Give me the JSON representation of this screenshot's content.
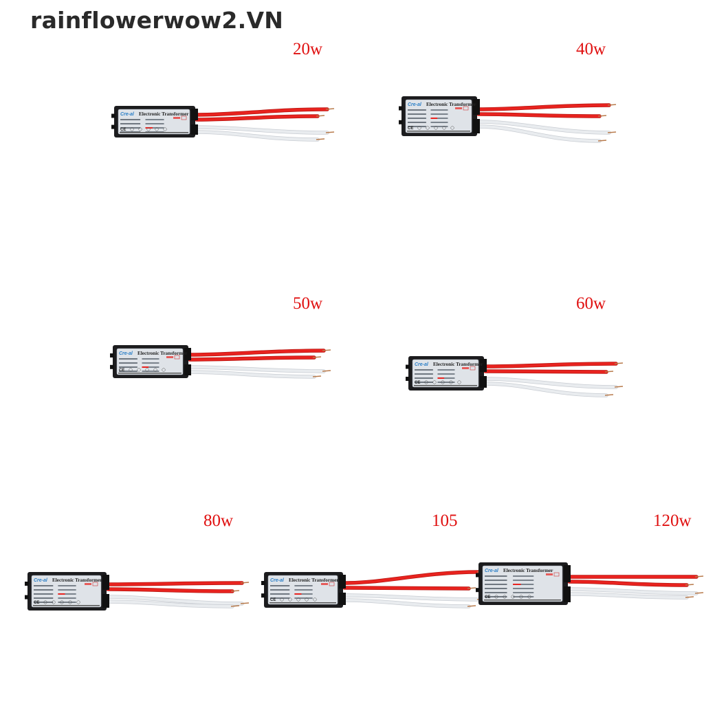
{
  "watermark": "rainflowerwow2.VN",
  "colors": {
    "label_red": "#e01010",
    "wire_red": "#e8231f",
    "housing": "#1c1c1e",
    "label_bg": "#dfe3e8"
  },
  "products": [
    {
      "wattage_label": "20w",
      "device_title": "Electronic Transformer",
      "brand": "Cre-al"
    },
    {
      "wattage_label": "40w",
      "device_title": "Electronic Transformer",
      "brand": "Cre-al"
    },
    {
      "wattage_label": "50w",
      "device_title": "Electronic Transformer",
      "brand": "Cre-al"
    },
    {
      "wattage_label": "60w",
      "device_title": "Electronic Transformer",
      "brand": "Cre-al"
    },
    {
      "wattage_label": "80w",
      "device_title": "Electronic Transformer",
      "brand": "Cre-al"
    },
    {
      "wattage_label": "105",
      "device_title": "Electronic Transformer",
      "brand": "Cre-al"
    },
    {
      "wattage_label": "120w",
      "device_title": "Electronic Transformer",
      "brand": "Cre-al"
    }
  ]
}
